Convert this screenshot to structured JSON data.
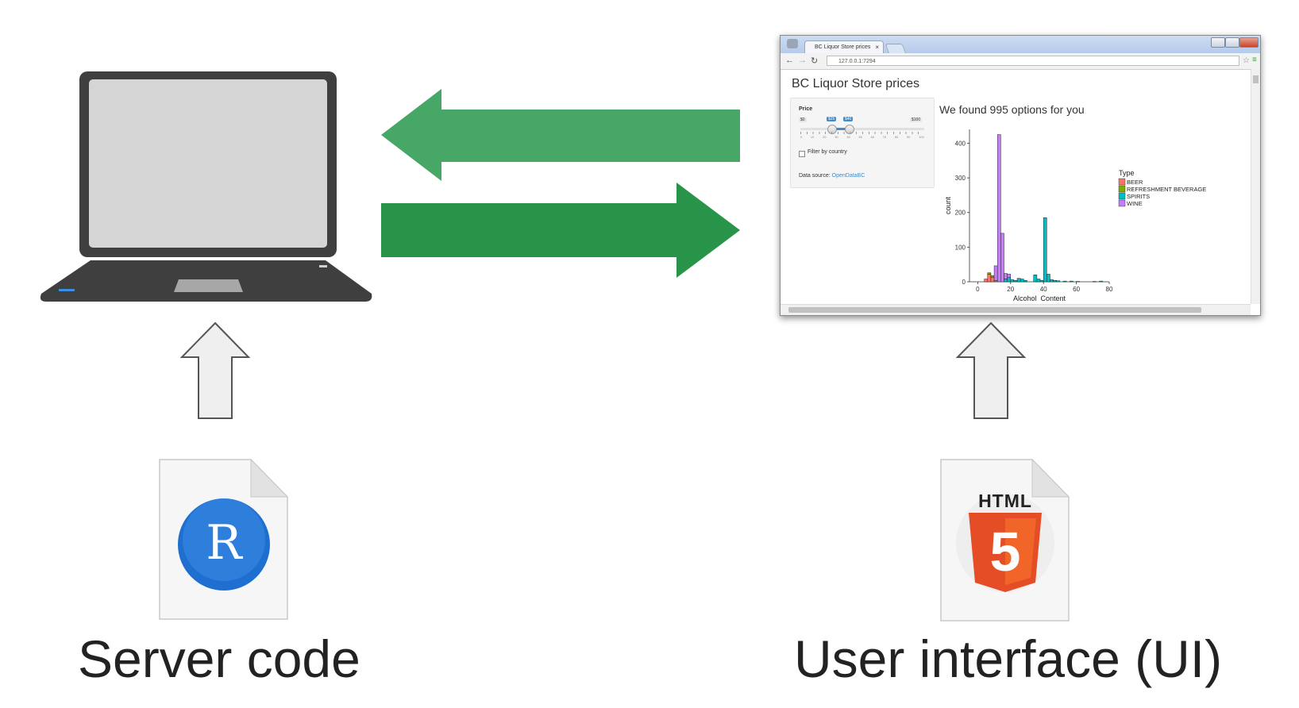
{
  "captions": {
    "server": "Server code",
    "ui": "User interface (UI)"
  },
  "file_icons": {
    "r_letter": "R",
    "html_label": "HTML",
    "html_shield_digit": "5"
  },
  "colors": {
    "arrow_left": "#46a766",
    "arrow_right": "#27944a",
    "laptop": "#3f3f3f",
    "laptop_screen": "#d5d5d5",
    "r_logo": "#1f6fd0",
    "html5_orange": "#e44d26"
  },
  "browser": {
    "tab_title": "BC Liquor Store prices",
    "tab_close": "×",
    "url": "127.0.0.1:7294",
    "page_title": "BC Liquor Store prices",
    "sidebar": {
      "price_label": "Price",
      "slider_min": "$0",
      "slider_max": "$100",
      "handle_low": "$25",
      "handle_high": "$40",
      "slider_low_value": 25,
      "slider_high_value": 40,
      "slider_ticks": [
        "0",
        "10",
        "20",
        "30",
        "40",
        "50",
        "60",
        "70",
        "80",
        "90",
        "100"
      ],
      "checkbox_label": "Filter by country",
      "checkbox_checked": false,
      "data_source_prefix": "Data source: ",
      "data_source_link": "OpenDataBC"
    },
    "result_text": "We found 995 options for you"
  },
  "chart_data": {
    "type": "bar",
    "xlabel": "Alcohol_Content",
    "ylabel": "count",
    "xlim": [
      -5,
      80
    ],
    "ylim": [
      0,
      440
    ],
    "xticks": [
      0,
      20,
      40,
      60,
      80
    ],
    "yticks": [
      0,
      100,
      200,
      300,
      400
    ],
    "legend_title": "Type",
    "legend_position": "right",
    "bin_width": 2,
    "series": [
      {
        "name": "BEER",
        "color": "#f8766d",
        "bins": [
          [
            4,
            8
          ],
          [
            6,
            22
          ],
          [
            8,
            12
          ]
        ]
      },
      {
        "name": "REFRESHMENT BEVERAGE",
        "color": "#7cae00",
        "bins": [
          [
            6,
            4
          ],
          [
            8,
            6
          ],
          [
            10,
            4
          ]
        ]
      },
      {
        "name": "SPIRITS",
        "color": "#00bfc4",
        "bins": [
          [
            16,
            8
          ],
          [
            18,
            12
          ],
          [
            20,
            6
          ],
          [
            22,
            4
          ],
          [
            24,
            10
          ],
          [
            26,
            8
          ],
          [
            28,
            4
          ],
          [
            34,
            20
          ],
          [
            36,
            8
          ],
          [
            38,
            4
          ],
          [
            40,
            185
          ],
          [
            42,
            22
          ],
          [
            44,
            6
          ],
          [
            46,
            4
          ],
          [
            48,
            3
          ],
          [
            52,
            2
          ],
          [
            56,
            2
          ],
          [
            60,
            1
          ],
          [
            70,
            1
          ],
          [
            74,
            2
          ]
        ]
      },
      {
        "name": "WINE",
        "color": "#c77cff",
        "bins": [
          [
            10,
            42
          ],
          [
            12,
            425
          ],
          [
            14,
            140
          ],
          [
            16,
            16
          ],
          [
            18,
            10
          ]
        ]
      }
    ]
  }
}
